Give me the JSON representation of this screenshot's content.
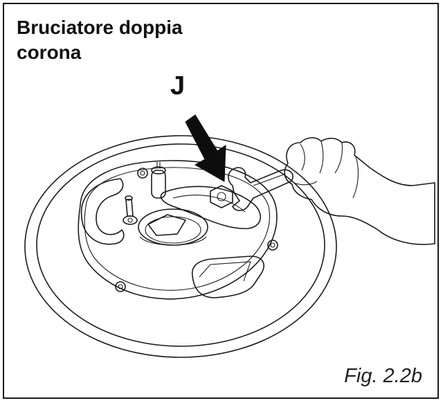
{
  "figure": {
    "title_lines": [
      "Bruciatore doppia",
      "corona"
    ],
    "callout_label": "J",
    "caption": "Fig. 2.2b"
  },
  "colors": {
    "ink": "#1a1a1a",
    "paper": "#ffffff"
  },
  "icons": {
    "pointer": "arrow-down-right-icon",
    "tool": "wrench-icon",
    "hand": "gloved-hand-icon"
  }
}
